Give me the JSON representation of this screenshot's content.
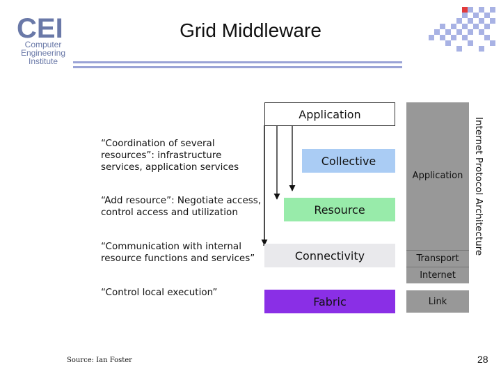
{
  "logo": {
    "mark": "CEI",
    "lines": [
      "Computer",
      "Engineering",
      "Institute"
    ]
  },
  "title": "Grid Middleware",
  "descriptions": {
    "collective": "“Coordination of several resources”: infrastructure services, application services",
    "resource": "“Add resource”: Negotiate access, control access and utilization",
    "connectivity": "“Communication with internal resource functions and services”",
    "fabric": "“Control local execution”"
  },
  "grid_layers": {
    "application": "Application",
    "collective": "Collective",
    "resource": "Resource",
    "connectivity": "Connectivity",
    "fabric": "Fabric"
  },
  "internet_protocol": {
    "application": "Application",
    "transport": "Transport",
    "internet": "Internet",
    "link": "Link",
    "vertical_label": "Internet Protocol Architecture"
  },
  "colors": {
    "collective": "#aaccf4",
    "resource": "#98ebaa",
    "connectivity": "#e9e9ec",
    "fabric": "#8a2fe6",
    "ip_stack": "#989898",
    "rule": "#9aa3d6"
  },
  "source": "Source: Ian Foster",
  "page_number": "28"
}
